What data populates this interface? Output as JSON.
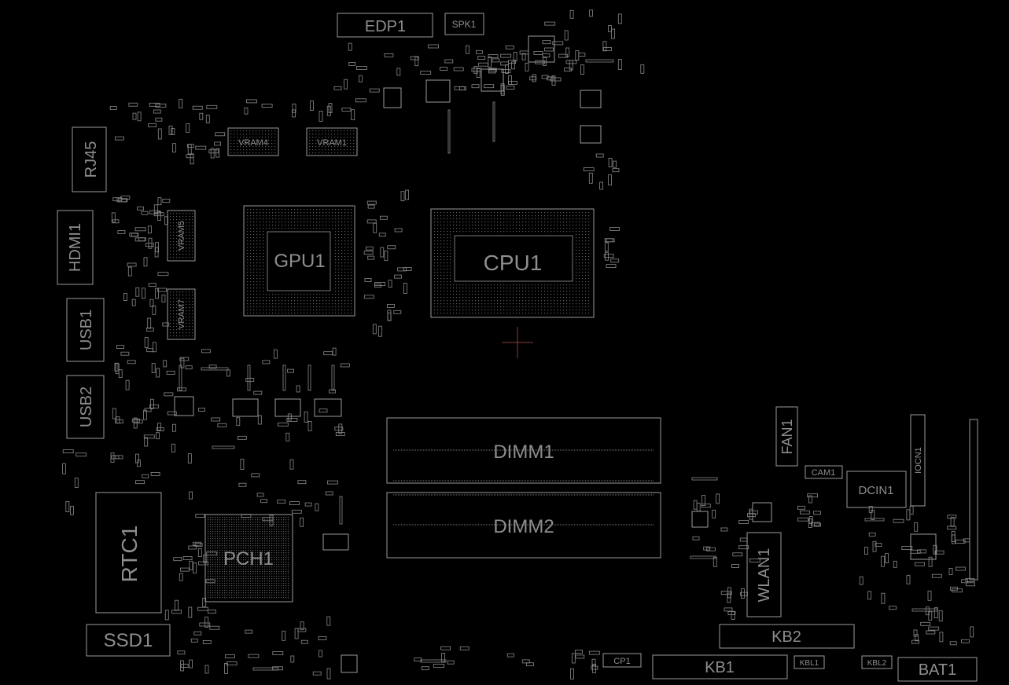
{
  "board": {
    "background": "#000000",
    "outline_color": "#9a9a9a",
    "label_color": "#8e8e8e",
    "cursor_color": "#8a3a3a",
    "components": {
      "edp1": "EDP1",
      "spk1": "SPK1",
      "rj45": "RJ45",
      "hdmi1": "HDMI1",
      "usb1": "USB1",
      "usb2": "USB2",
      "vram4": "VRAM4",
      "vram1": "VRAM1",
      "vram5": "VRAM5",
      "vram7": "VRAM7",
      "gpu1": "GPU1",
      "cpu1": "CPU1",
      "dimm1": "DIMM1",
      "dimm2": "DIMM2",
      "rtc1": "RTC1",
      "pch1": "PCH1",
      "ssd1": "SSD1",
      "fan1": "FAN1",
      "cam1": "CAM1",
      "dcin1": "DCIN1",
      "iocn1": "IOCN1",
      "wlan1": "WLAN1",
      "kb2": "KB2",
      "kb1": "KB1",
      "kbl1": "KBL1",
      "kbl2": "KBL2",
      "bat1": "BAT1",
      "cp1": "CP1"
    }
  }
}
